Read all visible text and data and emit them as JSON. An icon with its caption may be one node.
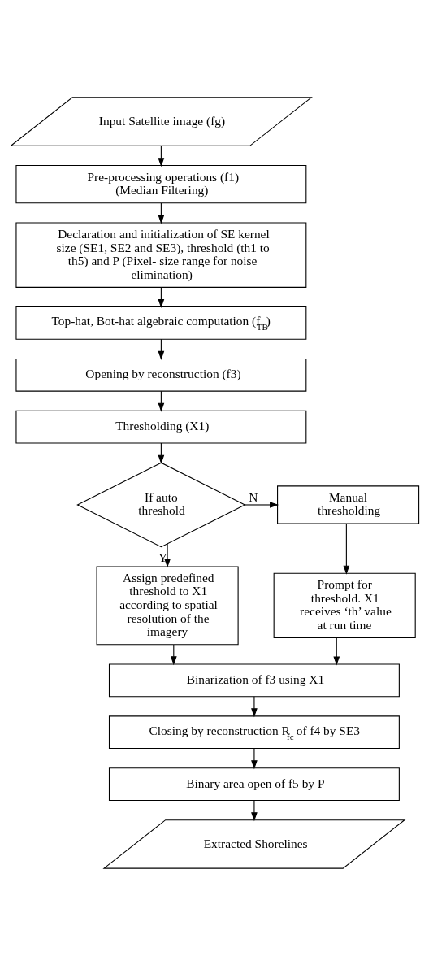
{
  "diagram": {
    "nodes": [
      {
        "text": [
          "Input Satellite image (fg)"
        ]
      },
      {
        "text": [
          "Pre-processing operations (f1) (Median Filtering)"
        ]
      },
      {
        "text": [
          "Declaration and initialization of SE kernel size (SE1, SE2 and SE3), threshold (th1 to th5) and P (Pixel- size range for noise elimination)"
        ]
      },
      {
        "text": [
          "Top-hat, Bot-hat algebraic computation (f$_{TB}$)"
        ]
      },
      {
        "text": [
          "Opening by reconstruction (f3)"
        ]
      },
      {
        "text": [
          "Thresholding (X1)"
        ]
      },
      {
        "text": [
          "If auto threshold"
        ]
      },
      {
        "text": [
          "Manual thresholding"
        ]
      },
      {
        "text": [
          "Assign predefined threshold to X1 according to spatial resolution of the imagery"
        ]
      },
      {
        "text": [
          "Prompt for threshold. X1 receives ‘th’ value at run time"
        ]
      },
      {
        "text": [
          "Binarization of f3 using X1"
        ]
      },
      {
        "text": [
          "Closing by reconstruction R$_{fc}$ of f4 by SE3"
        ]
      },
      {
        "text": [
          "Binary area open of f5 by P"
        ]
      },
      {
        "text": [
          "Extracted Shorelines"
        ]
      }
    ],
    "edges": [
      {
        "from": 0,
        "to": 1,
        "arrow": "to"
      },
      {
        "from": 1,
        "to": 2,
        "arrow": "to"
      },
      {
        "from": 2,
        "to": 3,
        "arrow": "to"
      },
      {
        "from": 3,
        "to": 4,
        "arrow": "to"
      },
      {
        "from": 4,
        "to": 5,
        "arrow": "to"
      },
      {
        "from": 5,
        "to": 6,
        "arrow": "to"
      },
      {
        "from": 6,
        "to": 7,
        "arrow": "to",
        "label": "N"
      },
      {
        "from": 6,
        "to": 8,
        "arrow": "to",
        "label": "Y"
      },
      {
        "from": 7,
        "to": 9,
        "arrow": "to"
      },
      {
        "from": 8,
        "to": 10,
        "arrow": "to"
      },
      {
        "from": 9,
        "to": 10,
        "arrow": "to"
      },
      {
        "from": 10,
        "to": 11,
        "arrow": "to"
      },
      {
        "from": 11,
        "to": 12,
        "arrow": "to"
      },
      {
        "from": 12,
        "to": 13,
        "arrow": "to"
      }
    ]
  }
}
